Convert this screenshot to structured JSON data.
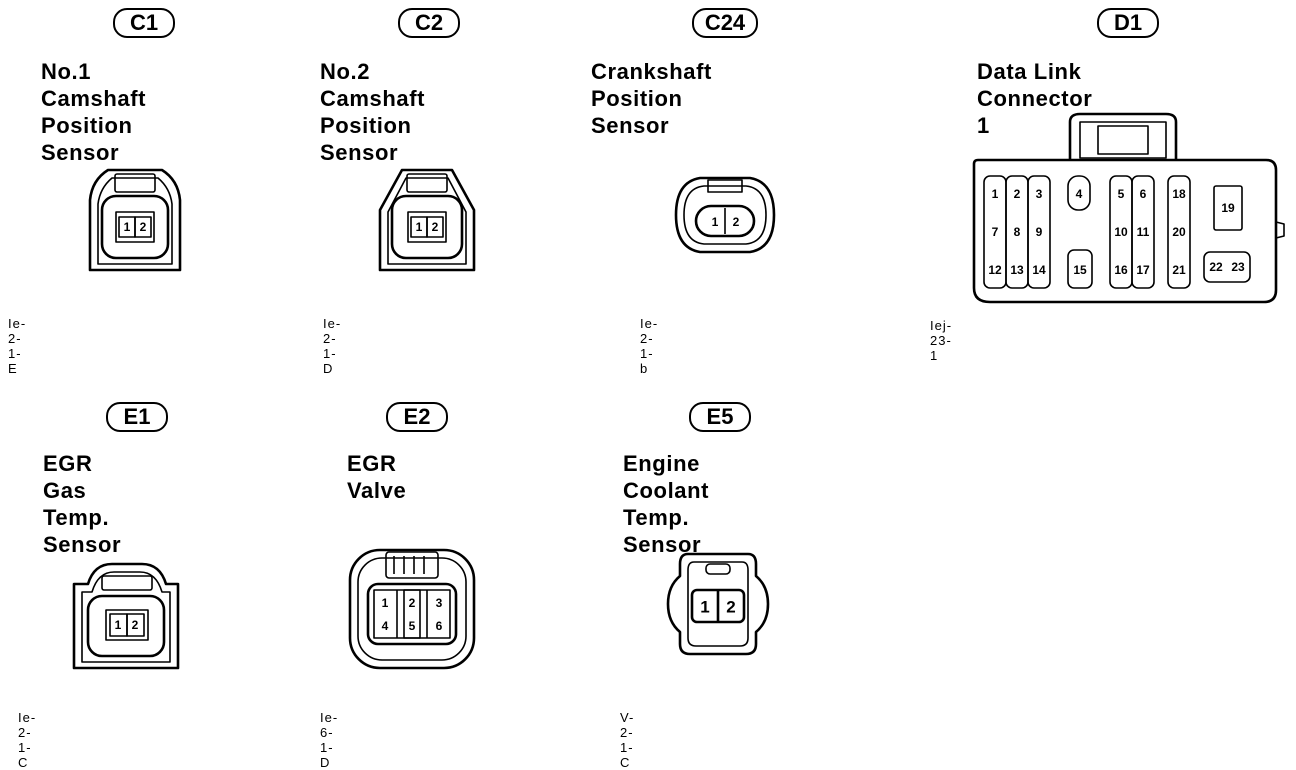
{
  "connectors": [
    {
      "code": "C1",
      "title": "No.1 Camshaft\nPosition Sensor",
      "ref": "Ie-2-1-E",
      "pins": [
        "1",
        "2"
      ]
    },
    {
      "code": "C2",
      "title": "No.2 Camshaft\nPosition Sensor",
      "ref": "Ie-2-1-D",
      "pins": [
        "1",
        "2"
      ]
    },
    {
      "code": "C24",
      "title": "Crankshaft Position\nSensor",
      "ref": "Ie-2-1-b",
      "pins": [
        "1",
        "2"
      ]
    },
    {
      "code": "D1",
      "title": "Data Link Connector 1",
      "ref": "Iej-23-1",
      "pins": [
        "1",
        "2",
        "3",
        "4",
        "5",
        "6",
        "7",
        "8",
        "9",
        "10",
        "11",
        "12",
        "13",
        "14",
        "15",
        "16",
        "17",
        "18",
        "19",
        "20",
        "21",
        "22",
        "23"
      ]
    },
    {
      "code": "E1",
      "title": "EGR Gas Temp.\nSensor",
      "ref": "Ie-2-1-C",
      "pins": [
        "1",
        "2"
      ]
    },
    {
      "code": "E2",
      "title": "EGR Valve",
      "ref": "Ie-6-1-D",
      "pins": [
        "1",
        "2",
        "3",
        "4",
        "5",
        "6"
      ]
    },
    {
      "code": "E5",
      "title": "Engine Coolant\nTemp. Sensor",
      "ref": "V-2-1-C",
      "pins": [
        "1",
        "2"
      ]
    }
  ]
}
